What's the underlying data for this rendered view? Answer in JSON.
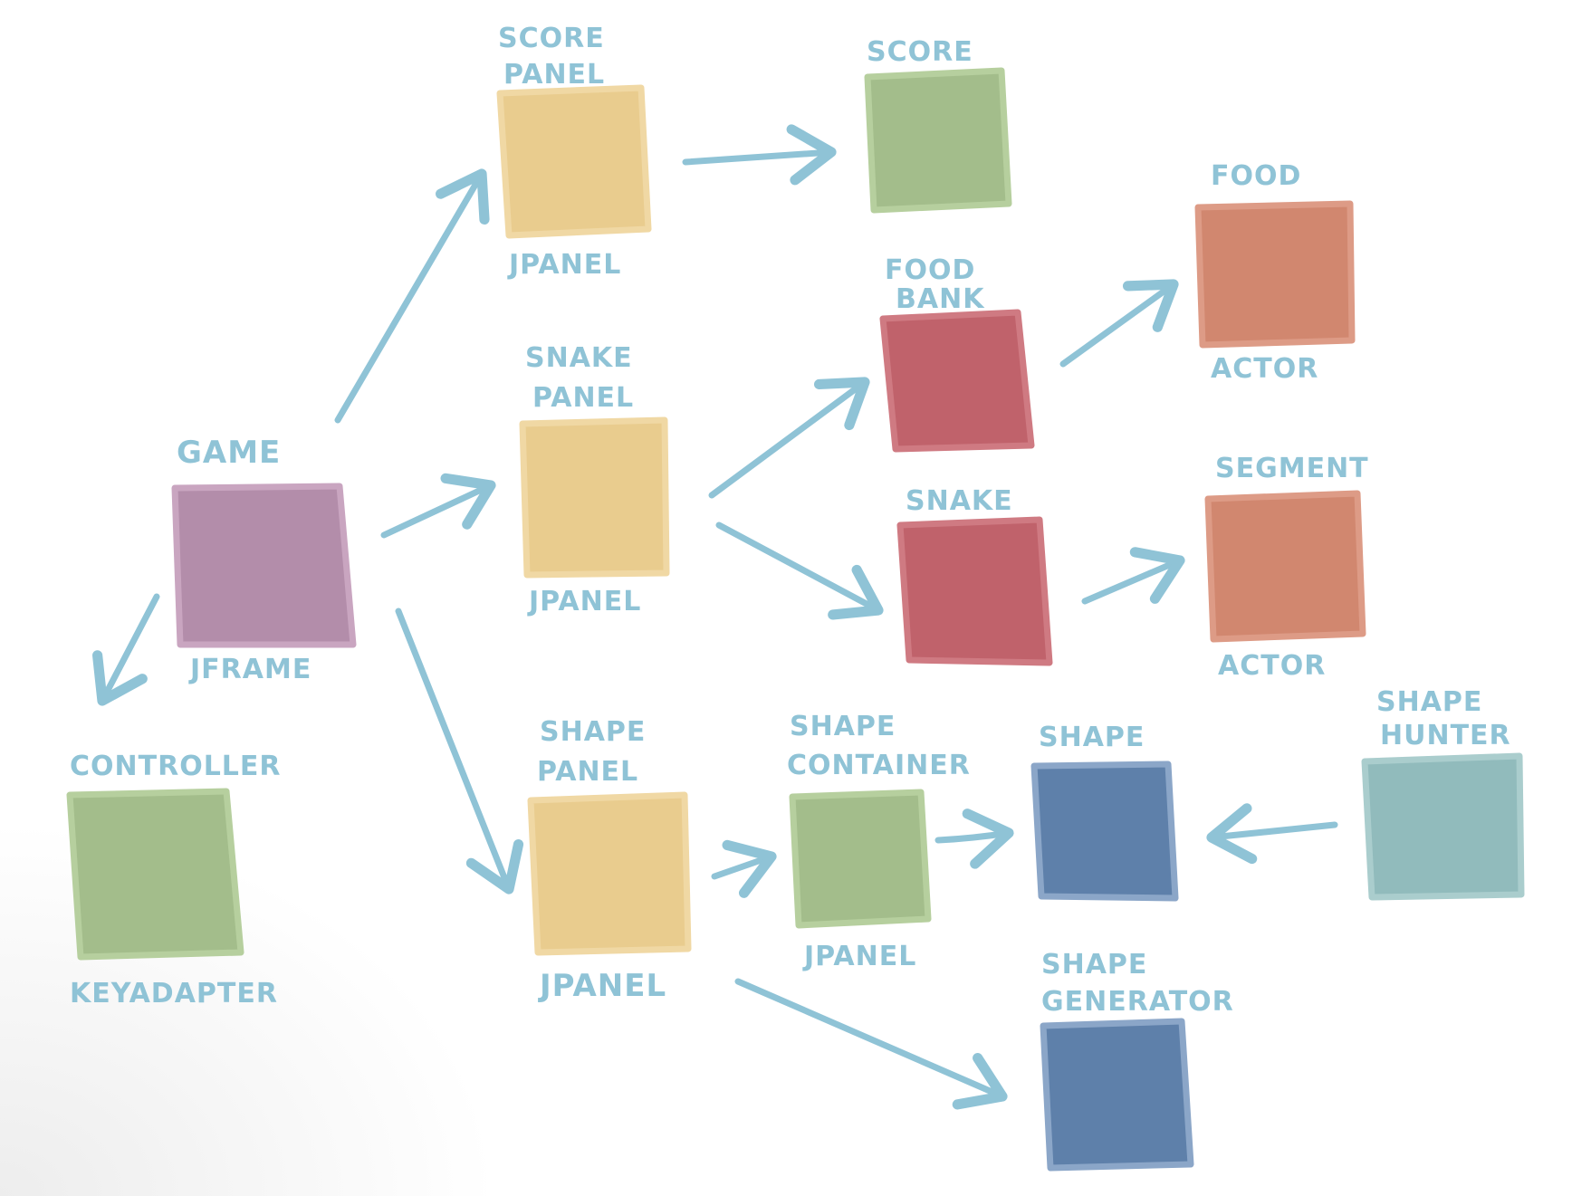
{
  "colors": {
    "ink": "#8fc3d6",
    "jframe": "#b38daa",
    "jpanel": "#e9cc8e",
    "green": "#a3bd8b",
    "red": "#c0626b",
    "orange": "#d1876f",
    "blue": "#5e80aa",
    "teal": "#91bbbc"
  },
  "nodes": {
    "game": {
      "label": [
        "GAME"
      ],
      "type": "JFRAME"
    },
    "controller": {
      "label": [
        "CONTROLLER"
      ],
      "type": "KEYADAPTER"
    },
    "score_panel": {
      "label": [
        "SCORE",
        "PANEL"
      ],
      "type": "JPANEL"
    },
    "snake_panel": {
      "label": [
        "SNAKE",
        "PANEL"
      ],
      "type": "JPANEL"
    },
    "shape_panel": {
      "label": [
        "SHAPE",
        "PANEL"
      ],
      "type": "JPANEL"
    },
    "score": {
      "label": [
        "SCORE"
      ],
      "type": ""
    },
    "food_bank": {
      "label": [
        "FOOD",
        "BANK"
      ],
      "type": ""
    },
    "snake": {
      "label": [
        "SNAKE"
      ],
      "type": ""
    },
    "shape_container": {
      "label": [
        "SHAPE",
        "CONTAINER"
      ],
      "type": "JPANEL"
    },
    "food": {
      "label": [
        "FOOD"
      ],
      "type": "ACTOR"
    },
    "segment": {
      "label": [
        "SEGMENT"
      ],
      "type": "ACTOR"
    },
    "shape": {
      "label": [
        "SHAPE"
      ],
      "type": ""
    },
    "shape_hunter": {
      "label": [
        "SHAPE",
        "HUNTER"
      ],
      "type": ""
    },
    "shape_generator": {
      "label": [
        "SHAPE",
        "GENERATOR"
      ],
      "type": ""
    }
  },
  "edges": [
    {
      "from": "game",
      "to": "score_panel"
    },
    {
      "from": "game",
      "to": "snake_panel"
    },
    {
      "from": "game",
      "to": "shape_panel"
    },
    {
      "from": "game",
      "to": "controller"
    },
    {
      "from": "score_panel",
      "to": "score"
    },
    {
      "from": "snake_panel",
      "to": "food_bank"
    },
    {
      "from": "snake_panel",
      "to": "snake"
    },
    {
      "from": "food_bank",
      "to": "food"
    },
    {
      "from": "snake",
      "to": "segment"
    },
    {
      "from": "shape_panel",
      "to": "shape_container"
    },
    {
      "from": "shape_panel",
      "to": "shape_generator"
    },
    {
      "from": "shape_container",
      "to": "shape"
    },
    {
      "from": "shape_hunter",
      "to": "shape"
    }
  ]
}
